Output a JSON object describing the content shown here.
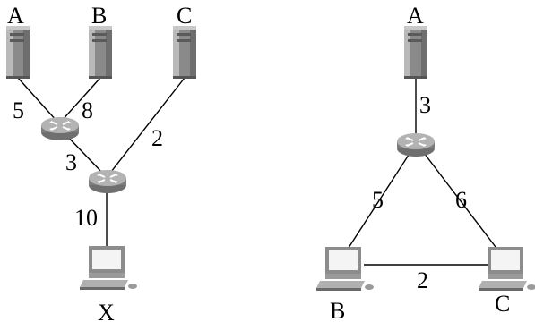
{
  "left": {
    "nodes": {
      "A": "A",
      "B": "B",
      "C": "C",
      "X": "X"
    },
    "weights": {
      "A_R1": "5",
      "B_R1": "8",
      "R1_R2": "3",
      "C_R2": "2",
      "R2_X": "10"
    }
  },
  "right": {
    "nodes": {
      "A": "A",
      "B": "B",
      "C": "C"
    },
    "weights": {
      "A_R": "3",
      "R_B": "5",
      "R_C": "6",
      "B_C": "2"
    }
  }
}
